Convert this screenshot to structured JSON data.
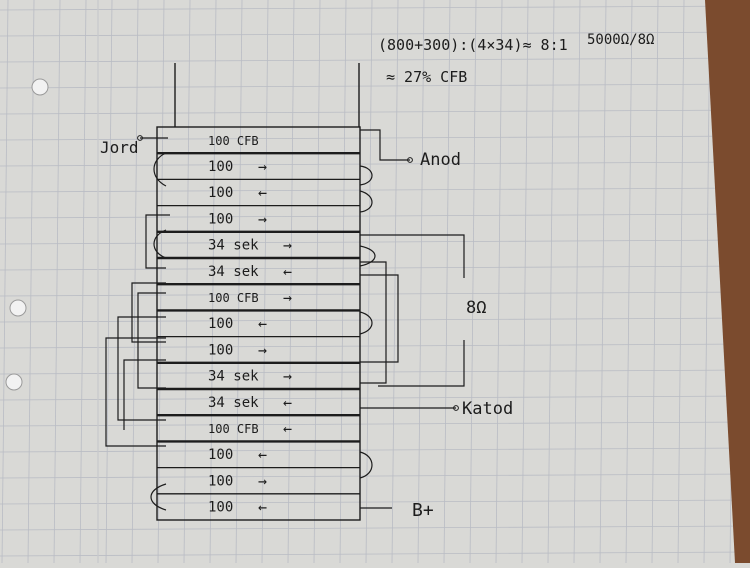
{
  "header": {
    "formula": "(800+300):(4×34)≈ 8:1",
    "impedance": "5000Ω/8Ω",
    "ratio": "≈ 27% CFB"
  },
  "layers": [
    {
      "label": "100 CFB",
      "dir": ""
    },
    {
      "label": "100",
      "dir": "→"
    },
    {
      "label": "100",
      "dir": "←"
    },
    {
      "label": "100",
      "dir": "→"
    },
    {
      "label": "34 sek",
      "dir": "→"
    },
    {
      "label": "34 sek",
      "dir": "←"
    },
    {
      "label": "100 CFB",
      "dir": "→"
    },
    {
      "label": "100",
      "dir": "←"
    },
    {
      "label": "100",
      "dir": "→"
    },
    {
      "label": "34 sek",
      "dir": "→"
    },
    {
      "label": "34 sek",
      "dir": "←"
    },
    {
      "label": "100 CFB",
      "dir": "←"
    },
    {
      "label": "100",
      "dir": "←"
    },
    {
      "label": "100",
      "dir": "→"
    },
    {
      "label": "100",
      "dir": "←"
    }
  ],
  "terminals": {
    "jord": "Jord",
    "anod": "Anod",
    "secondary": "8Ω",
    "katod": "Katod",
    "bplus": "B+"
  },
  "colors": {
    "paper": "#d9d9d6",
    "grid": "#b9bcc4",
    "ink": "#1c1c1c"
  }
}
